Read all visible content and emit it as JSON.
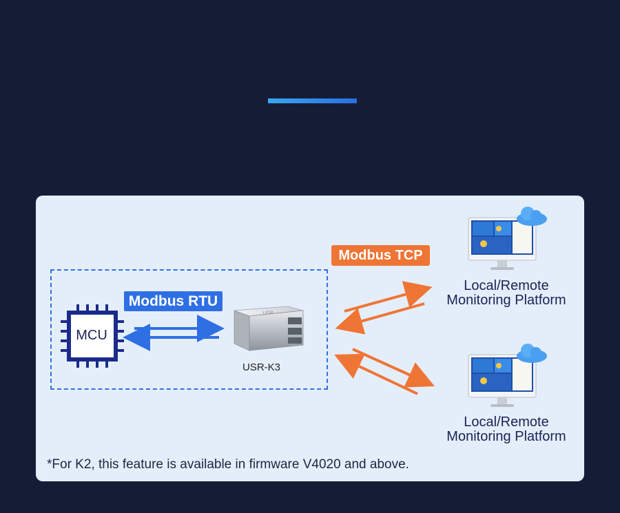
{
  "diagram": {
    "rtu_label": "Modbus RTU",
    "tcp_label": "Modbus TCP",
    "mcu_label": "MCU",
    "module_label": "USR-K3",
    "module_print": "USR",
    "platform_1": {
      "line1": "Local/Remote",
      "line2": "Monitoring Platform"
    },
    "platform_2": {
      "line1": "Local/Remote",
      "line2": "Monitoring Platform"
    },
    "footnote": "*For K2, this feature is available in firmware V4020 and above."
  },
  "colors": {
    "background": "#151d36",
    "panel": "#e4eefb",
    "rtu_blue": "#2f6fe4",
    "tcp_orange": "#ef7535",
    "chip_navy": "#1c2b8a"
  },
  "icons": {
    "mcu": "chip-icon",
    "module": "rj45-module-image",
    "platform": "desktop-monitor-icon",
    "cloud": "cloud-icon"
  }
}
